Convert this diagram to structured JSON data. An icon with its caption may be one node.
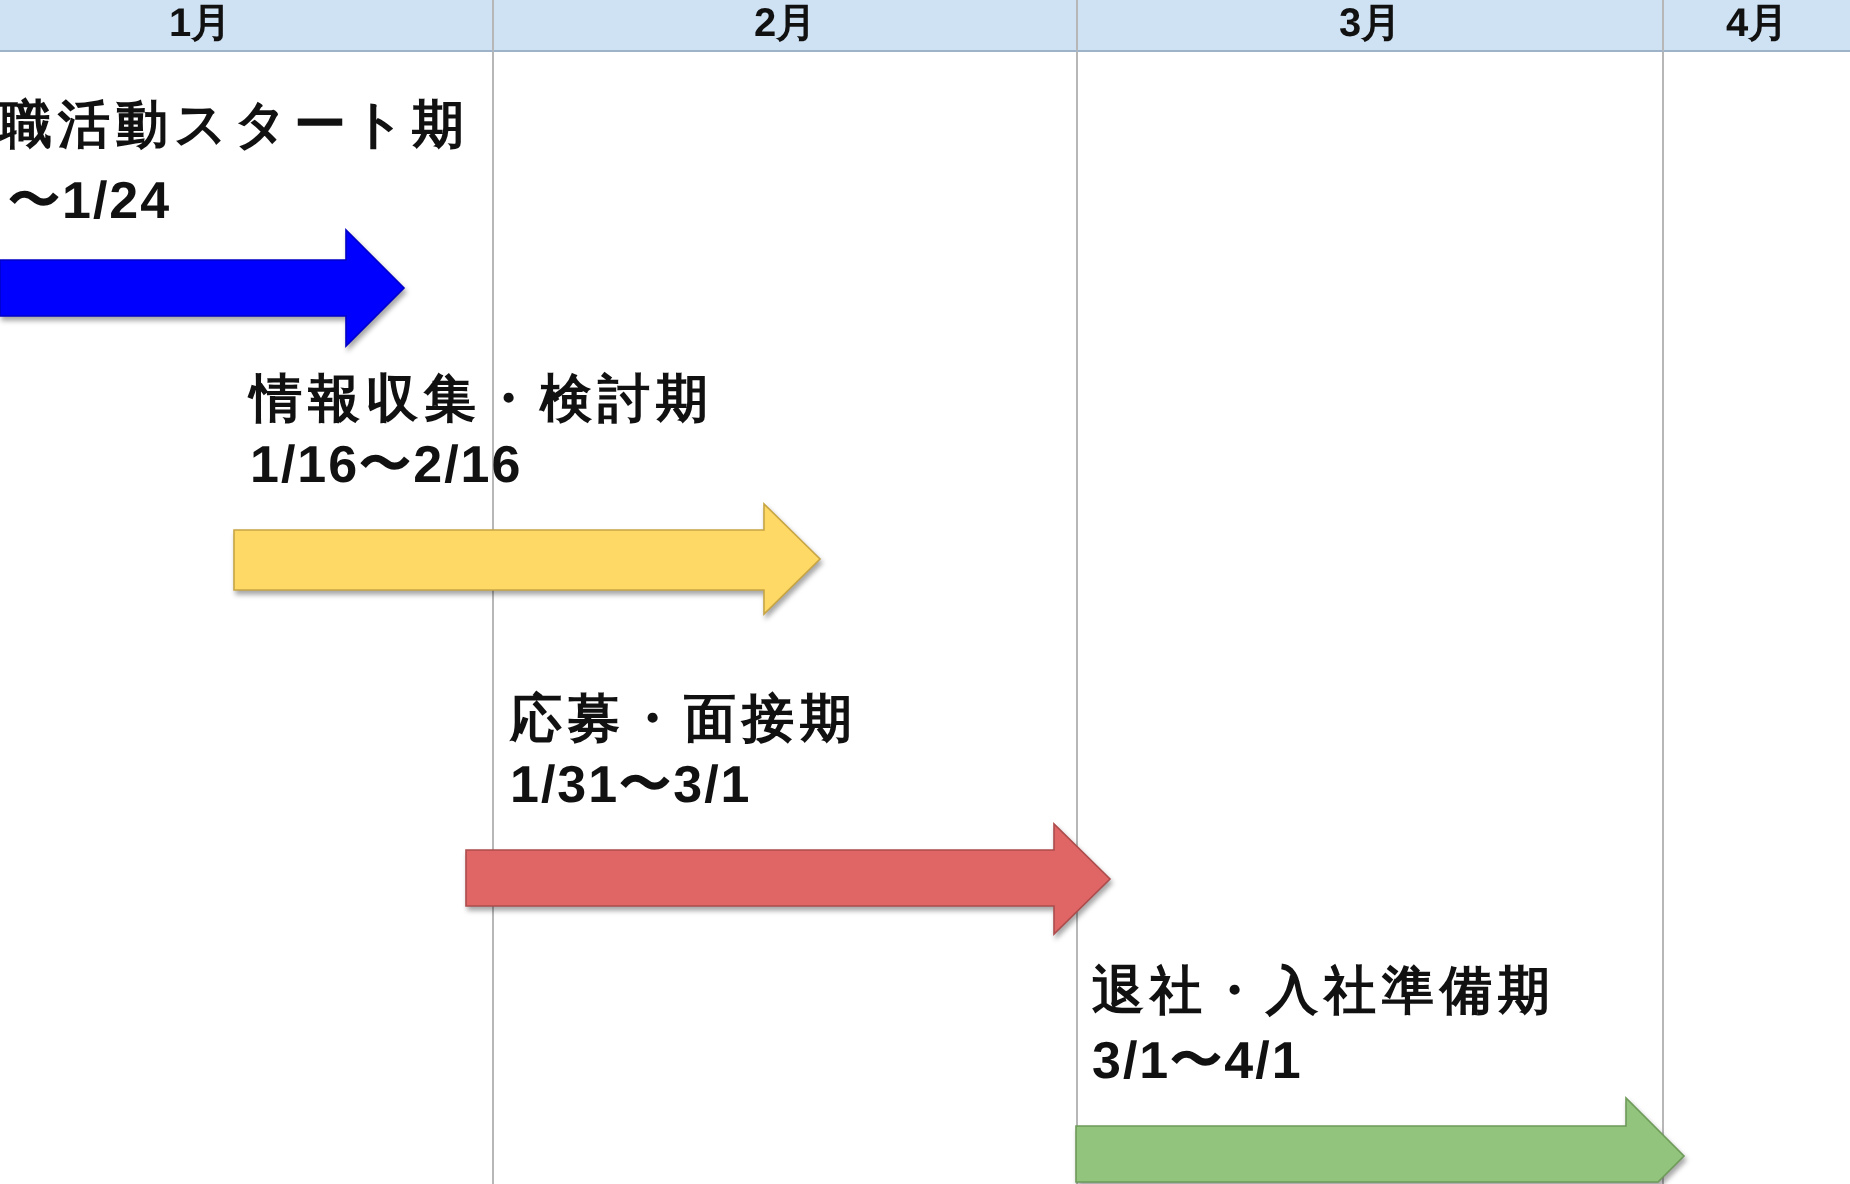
{
  "diagram": {
    "nodes": [
      {
        "text": [
          "1月"
        ]
      },
      {
        "text": [
          "2月"
        ]
      },
      {
        "text": [
          "3月"
        ]
      },
      {
        "text": [
          "4月"
        ]
      },
      {
        "text": [
          "職活動スタート期",
          "〜1/24"
        ]
      },
      {
        "text": [
          "情報収集・検討期",
          "1/16〜2/16"
        ]
      },
      {
        "text": [
          "応募・面接期",
          "1/31〜3/1"
        ]
      },
      {
        "text": [
          "退社・入社準備期",
          "3/1〜4/1"
        ]
      }
    ]
  }
}
